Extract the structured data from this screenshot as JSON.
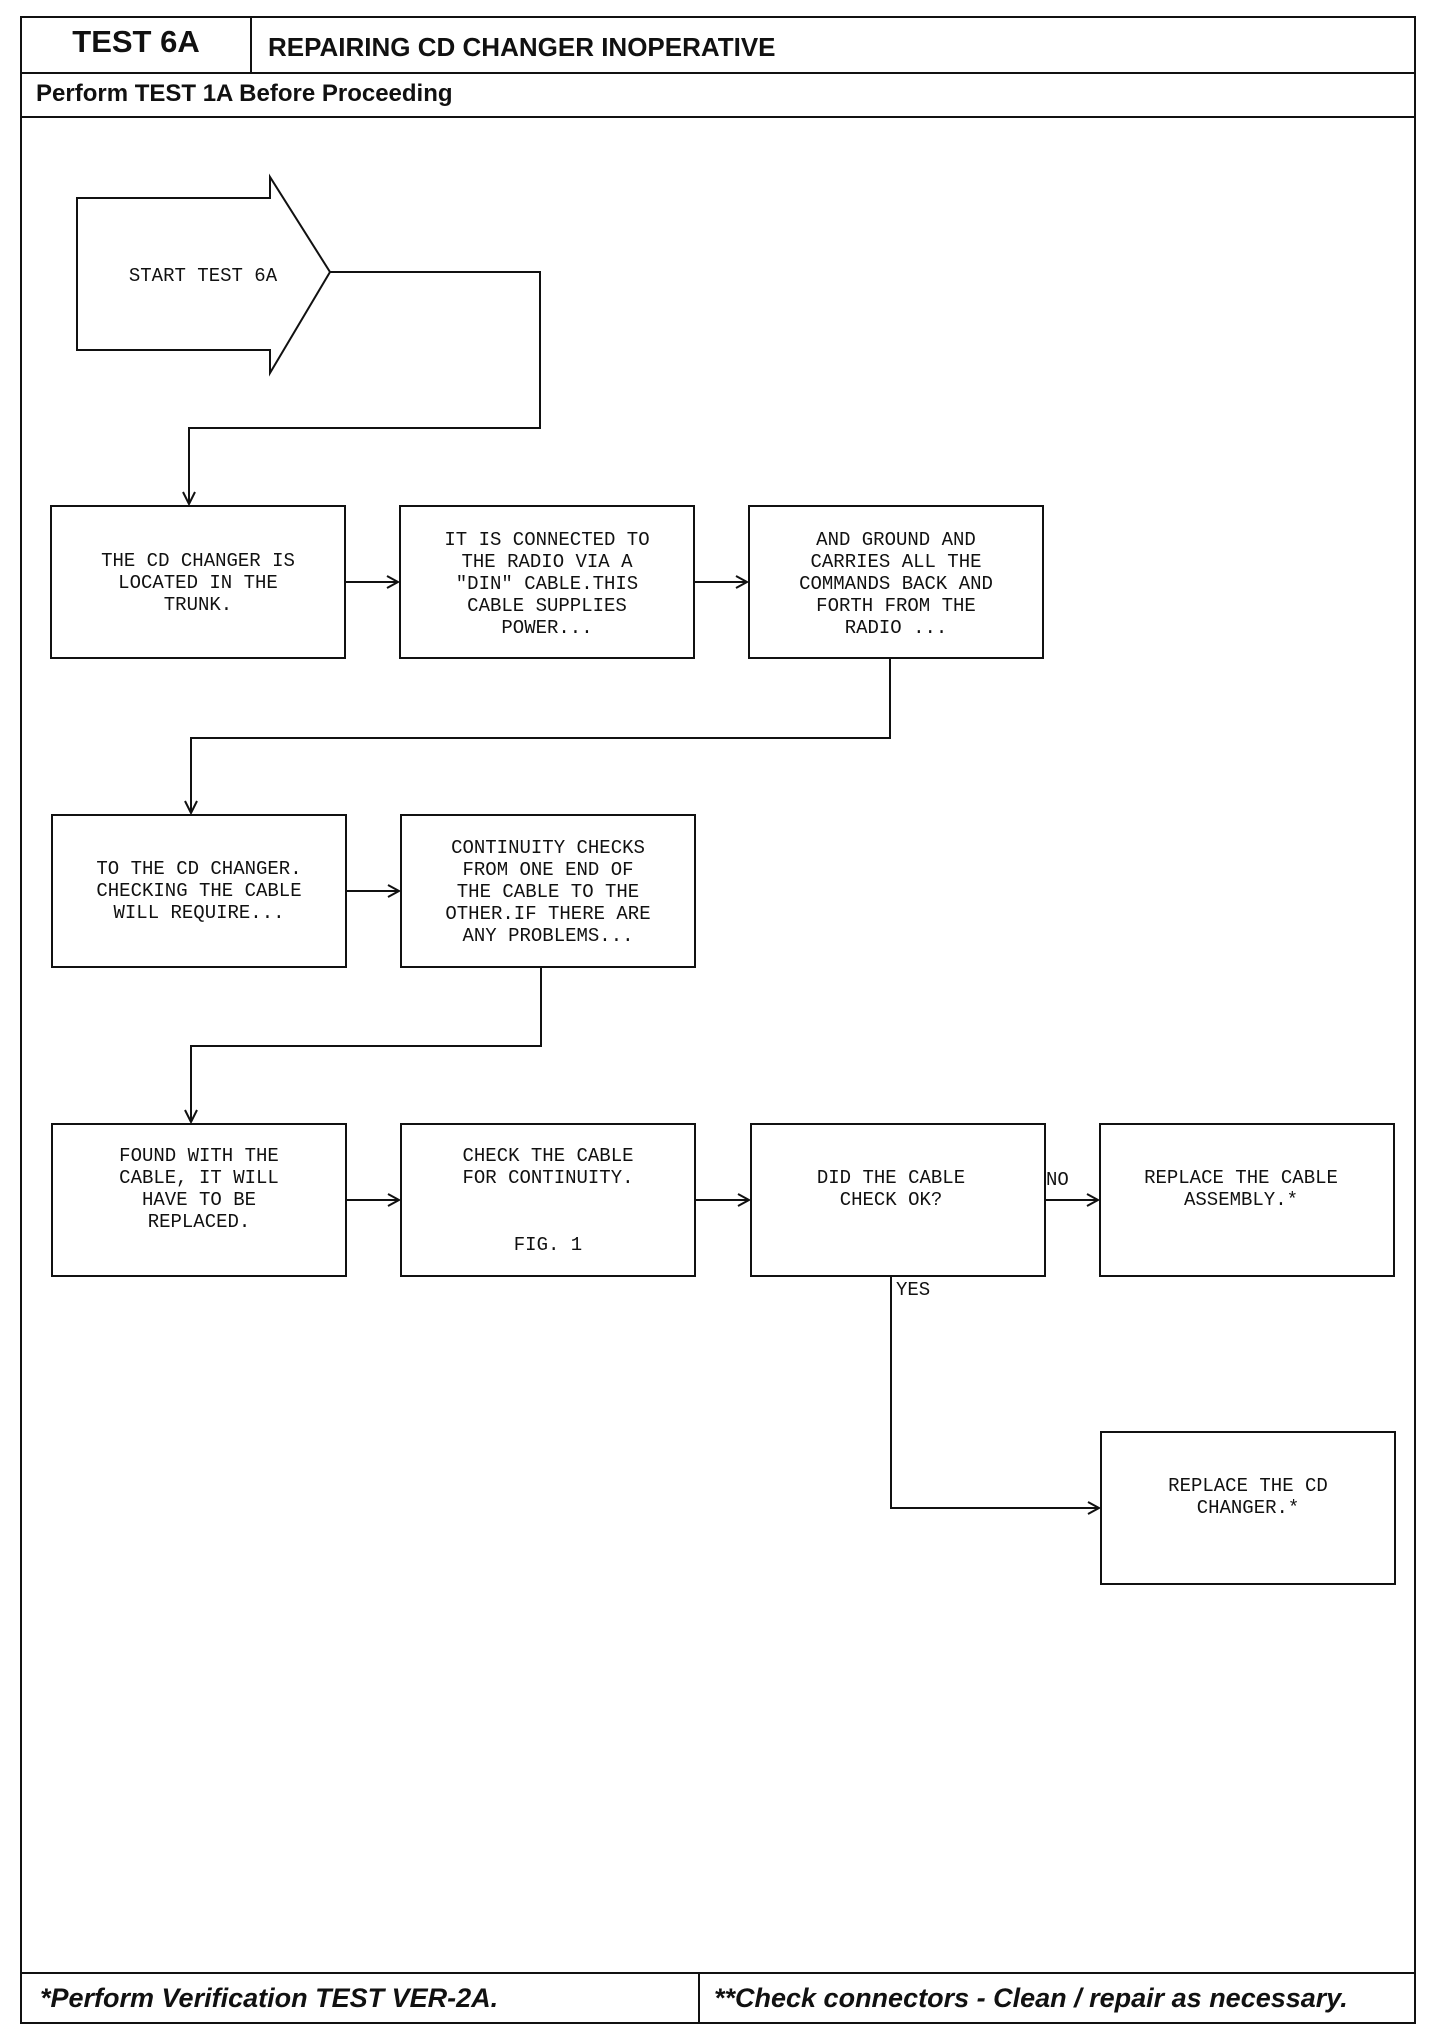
{
  "header": {
    "test_id": "TEST 6A",
    "title": "REPAIRING CD CHANGER INOPERATIVE",
    "prerequisite": "Perform TEST 1A Before Proceeding"
  },
  "flowchart": {
    "start": [
      "START TEST 6A"
    ],
    "box1": [
      "THE CD CHANGER IS",
      "LOCATED IN THE",
      "TRUNK."
    ],
    "box2": [
      "IT IS CONNECTED TO",
      "THE RADIO VIA A",
      "\"DIN\" CABLE.THIS",
      "CABLE SUPPLIES",
      "POWER..."
    ],
    "box3": [
      "AND GROUND AND",
      "CARRIES ALL THE",
      "COMMANDS BACK AND",
      "FORTH FROM THE",
      "RADIO ..."
    ],
    "box4": [
      "TO THE CD CHANGER.",
      "CHECKING THE CABLE",
      "WILL REQUIRE..."
    ],
    "box5": [
      "CONTINUITY CHECKS",
      "FROM ONE END OF",
      "THE CABLE TO THE",
      "OTHER.IF THERE ARE",
      "ANY PROBLEMS..."
    ],
    "box6": [
      "FOUND WITH THE",
      "CABLE, IT WILL",
      "HAVE TO BE",
      "REPLACED."
    ],
    "box7": [
      "CHECK THE CABLE",
      "FOR CONTINUITY."
    ],
    "box7_fig": "FIG. 1",
    "decision": [
      "DID THE CABLE",
      "CHECK OK?"
    ],
    "no_label": "NO",
    "yes_label": "YES",
    "result_no": [
      "REPLACE THE CABLE",
      "ASSEMBLY.*"
    ],
    "result_yes": [
      "REPLACE THE CD",
      "CHANGER.*"
    ]
  },
  "footer": {
    "left": "*Perform Verification TEST VER-2A.",
    "right": "**Check connectors - Clean / repair as necessary."
  }
}
